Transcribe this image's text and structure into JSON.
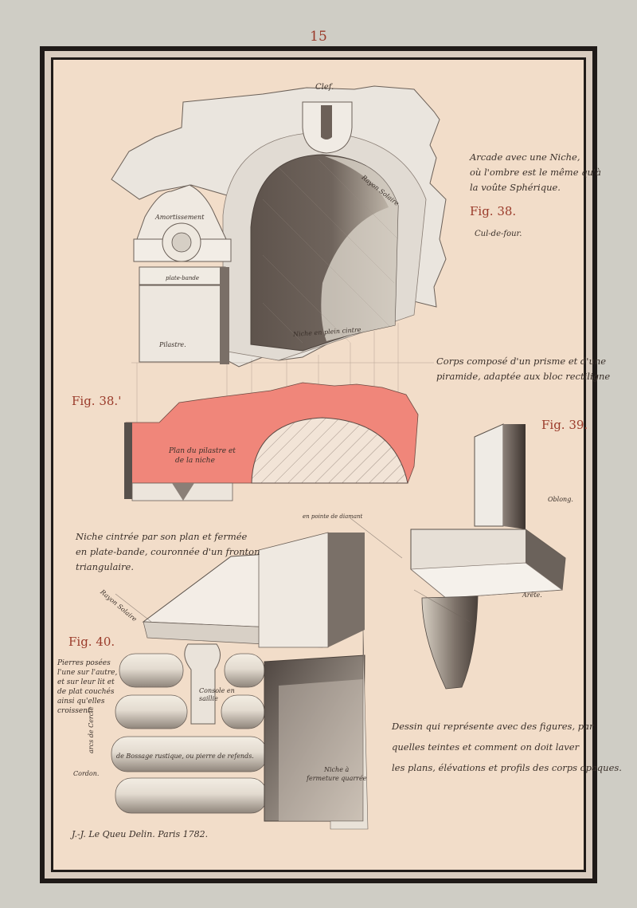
{
  "page_number": "15",
  "figures": {
    "fig38": {
      "label": "Fig. 38.",
      "caption": [
        "Arcade avec une Niche,",
        "où l'ombre est le même qu'à",
        "la voûte Sphérique."
      ],
      "labels": {
        "clef": "Clef.",
        "rayon": "Rayon Solaire",
        "cul_de_four": "Cul-de-four.",
        "amortissement": "Amortissement",
        "plate_bande": "plate-bande",
        "pilastre": "Pilastre.",
        "niche": "Niche en plein cintre"
      }
    },
    "fig38b": {
      "label": "Fig. 38.'",
      "plan_label": [
        "Plan du pilastre et",
        "de la niche"
      ]
    },
    "fig39": {
      "label": "Fig. 39.",
      "caption": [
        "Corps composé d'un prisme et d'une",
        "piramide, adaptée aux bloc rectiligne"
      ],
      "labels": {
        "oblong": "Oblong.",
        "arete": "Arête."
      }
    },
    "fig40": {
      "label": "Fig. 40.",
      "caption": [
        "Niche cintrée par son plan et fermée",
        "en plate-bande, couronnée d'un fronton",
        "triangulaire."
      ],
      "left_note": [
        "Pierres posées",
        "l'une sur l'autre,",
        "et sur leur lit et",
        "de plat couchés",
        "ainsi qu'elles",
        "croissent."
      ],
      "labels": {
        "rayon": "Rayon Solaire",
        "en_pointe": "en pointe de diamant",
        "console": [
          "Console en",
          "saillie"
        ],
        "arcs": "arcs de Cercle",
        "bossage": "de Bossage rustique, ou pierre de refends.",
        "cordon": "Cordon.",
        "niche_fermee": [
          "Niche à",
          "fermeture quarrée"
        ]
      }
    }
  },
  "description": [
    "Dessin qui représente avec des figures, par",
    "quelles teintes et comment on doit laver",
    "les plans, élévations et profils des corps opaques."
  ],
  "signature": "J.-J. Le Queu Delin. Paris 1782."
}
